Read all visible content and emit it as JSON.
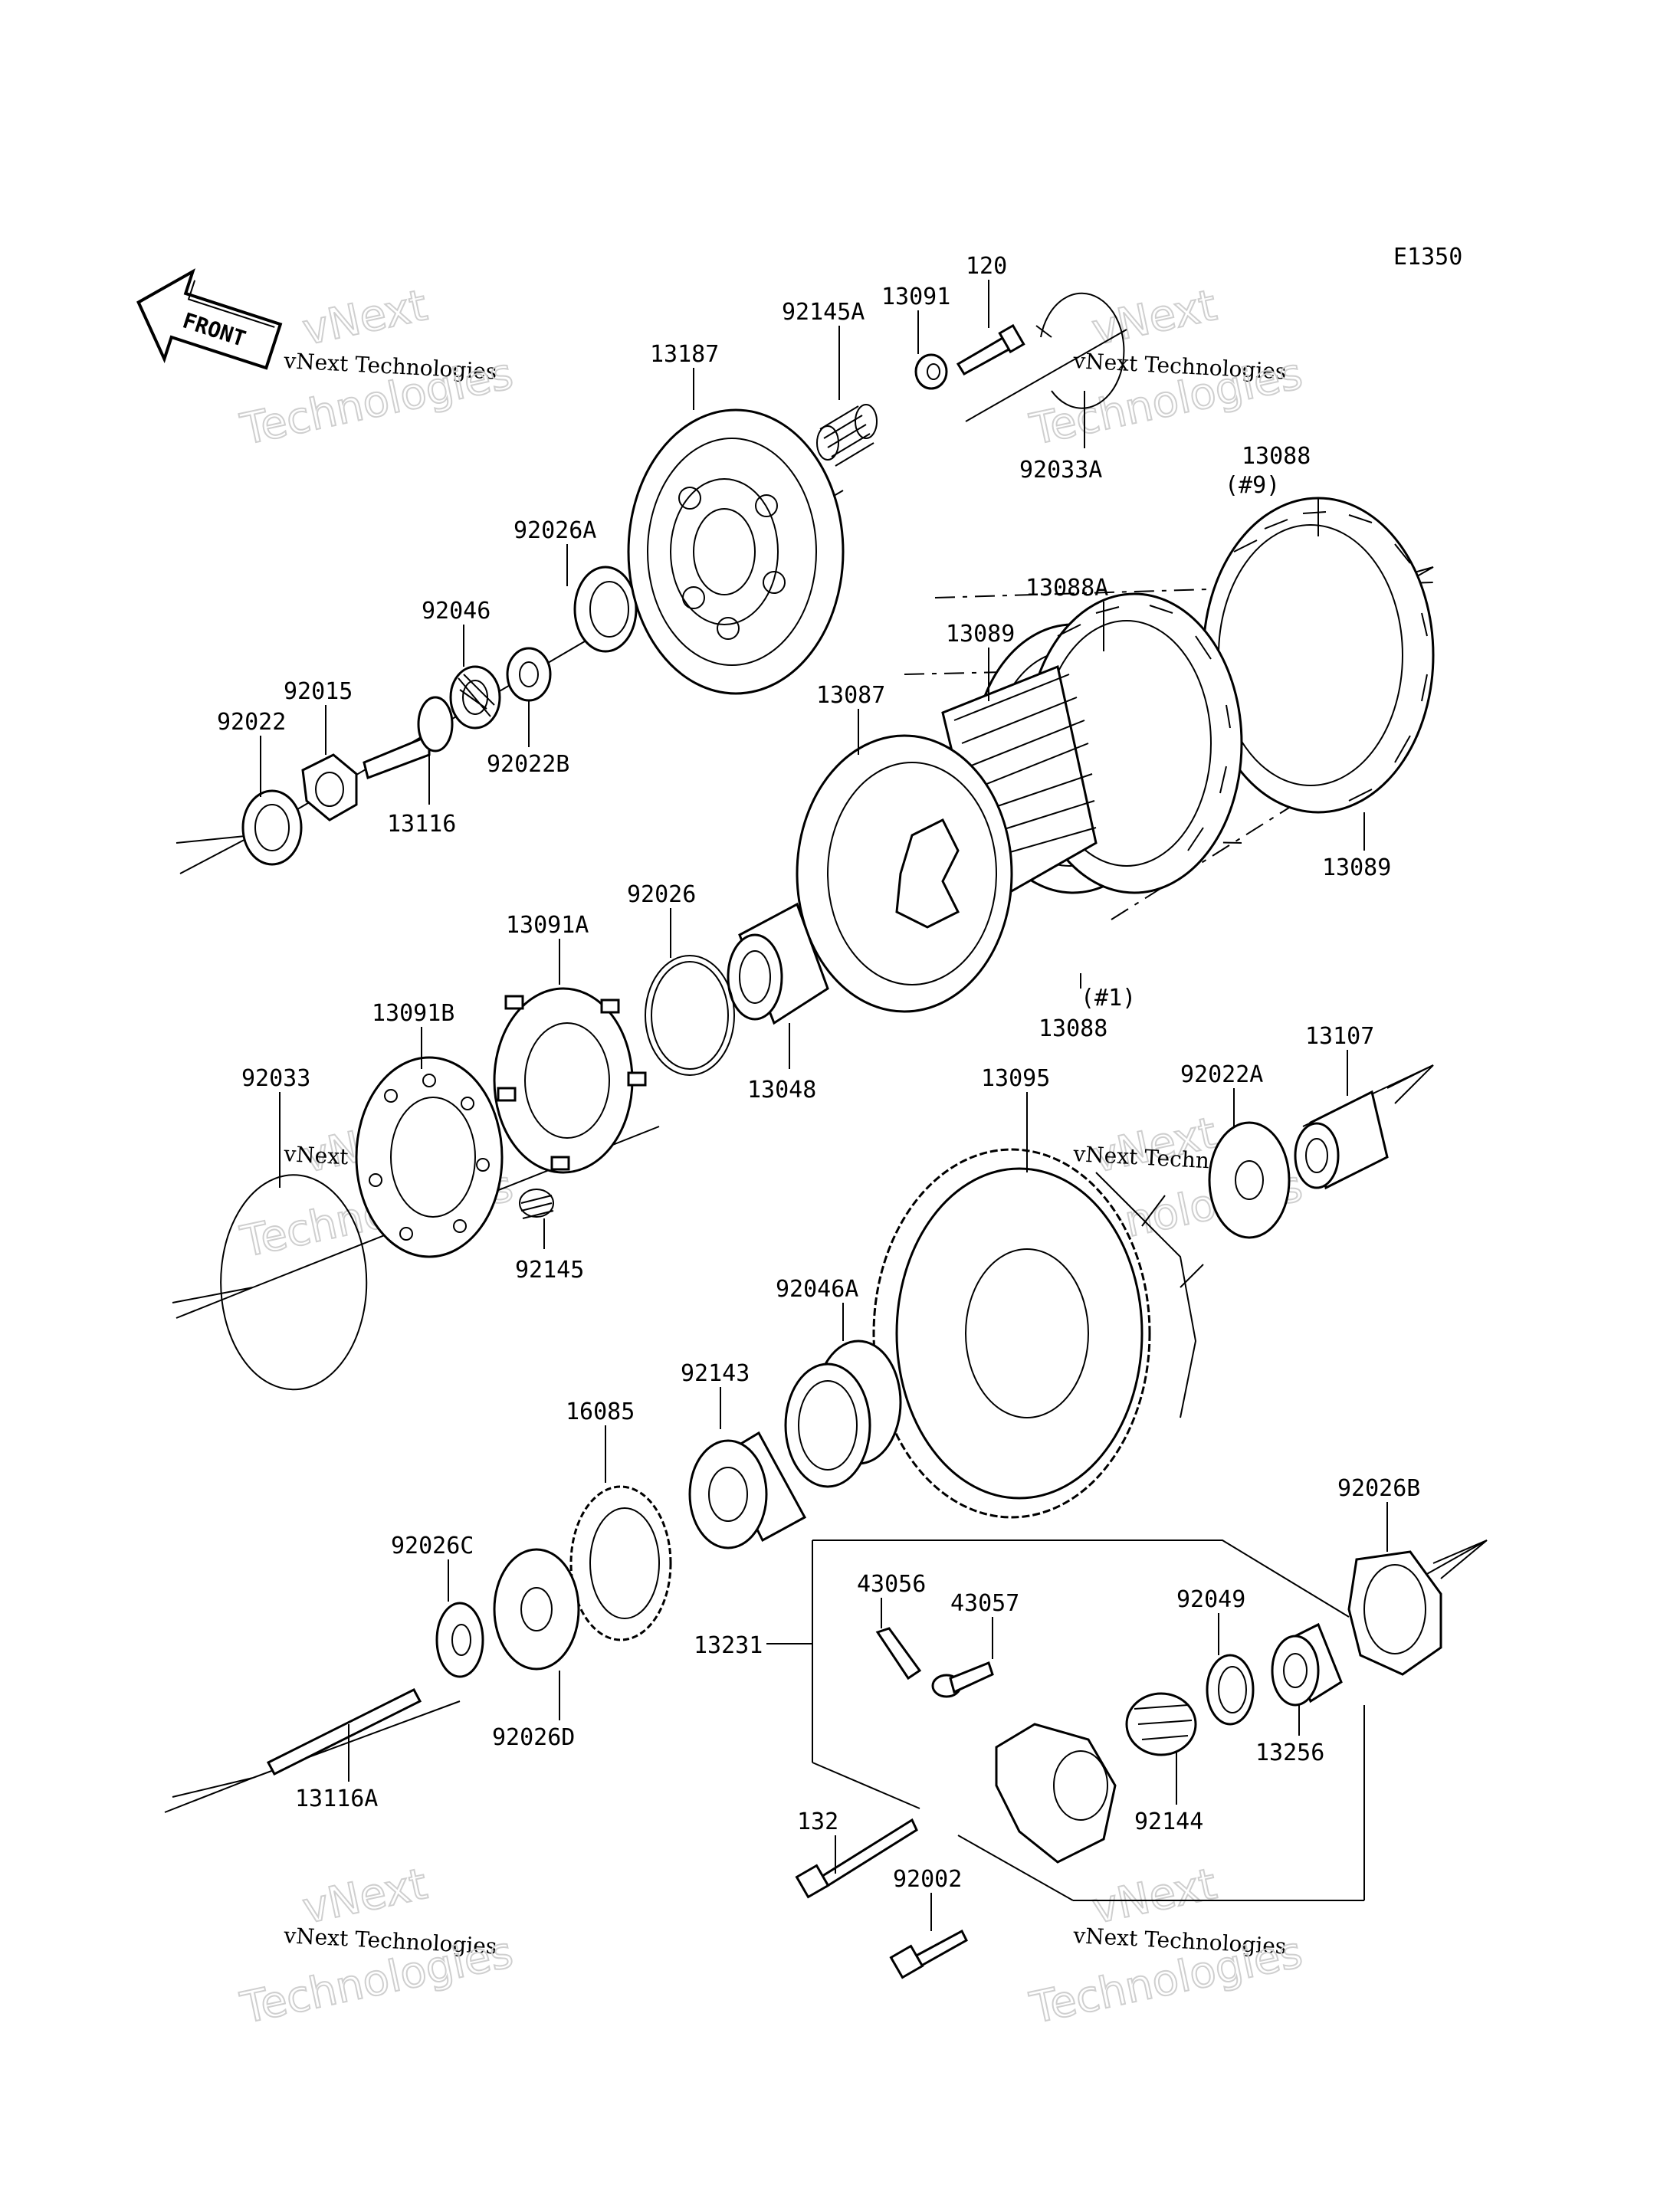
{
  "diagram_code": "E1350",
  "front_label": "FRONT",
  "watermark": {
    "line1": "vNext",
    "line2": "vNext Technologies",
    "line3": "Technologies"
  },
  "parts": [
    {
      "id": "p120",
      "label": "120"
    },
    {
      "id": "p13091",
      "label": "13091"
    },
    {
      "id": "p13187",
      "label": "13187"
    },
    {
      "id": "p92145A",
      "label": "92145A"
    },
    {
      "id": "p92033A",
      "label": "92033A"
    },
    {
      "id": "p13088_9",
      "label": "13088"
    },
    {
      "id": "p13088_9note",
      "label": "(#9)"
    },
    {
      "id": "p92026A",
      "label": "92026A"
    },
    {
      "id": "p13088A",
      "label": "13088A"
    },
    {
      "id": "p92046",
      "label": "92046"
    },
    {
      "id": "p13089a",
      "label": "13089"
    },
    {
      "id": "p92015",
      "label": "92015"
    },
    {
      "id": "p13087",
      "label": "13087"
    },
    {
      "id": "p92022",
      "label": "92022"
    },
    {
      "id": "p92022B",
      "label": "92022B"
    },
    {
      "id": "p13116",
      "label": "13116"
    },
    {
      "id": "p13089b",
      "label": "13089"
    },
    {
      "id": "p92026",
      "label": "92026"
    },
    {
      "id": "p13091A",
      "label": "13091A"
    },
    {
      "id": "p13088_1note",
      "label": "(#1)"
    },
    {
      "id": "p13088_1",
      "label": "13088"
    },
    {
      "id": "p13091B",
      "label": "13091B"
    },
    {
      "id": "p13048",
      "label": "13048"
    },
    {
      "id": "p13107",
      "label": "13107"
    },
    {
      "id": "p13095",
      "label": "13095"
    },
    {
      "id": "p92022A",
      "label": "92022A"
    },
    {
      "id": "p92033",
      "label": "92033"
    },
    {
      "id": "p92145",
      "label": "92145"
    },
    {
      "id": "p92046A",
      "label": "92046A"
    },
    {
      "id": "p92143",
      "label": "92143"
    },
    {
      "id": "p16085",
      "label": "16085"
    },
    {
      "id": "p92026B",
      "label": "92026B"
    },
    {
      "id": "p92026C",
      "label": "92026C"
    },
    {
      "id": "p43056",
      "label": "43056"
    },
    {
      "id": "p43057",
      "label": "43057"
    },
    {
      "id": "p92049",
      "label": "92049"
    },
    {
      "id": "p13231",
      "label": "13231"
    },
    {
      "id": "p13256",
      "label": "13256"
    },
    {
      "id": "p92026D",
      "label": "92026D"
    },
    {
      "id": "p13116A",
      "label": "13116A"
    },
    {
      "id": "p132",
      "label": "132"
    },
    {
      "id": "p92144",
      "label": "92144"
    },
    {
      "id": "p92002",
      "label": "92002"
    }
  ]
}
